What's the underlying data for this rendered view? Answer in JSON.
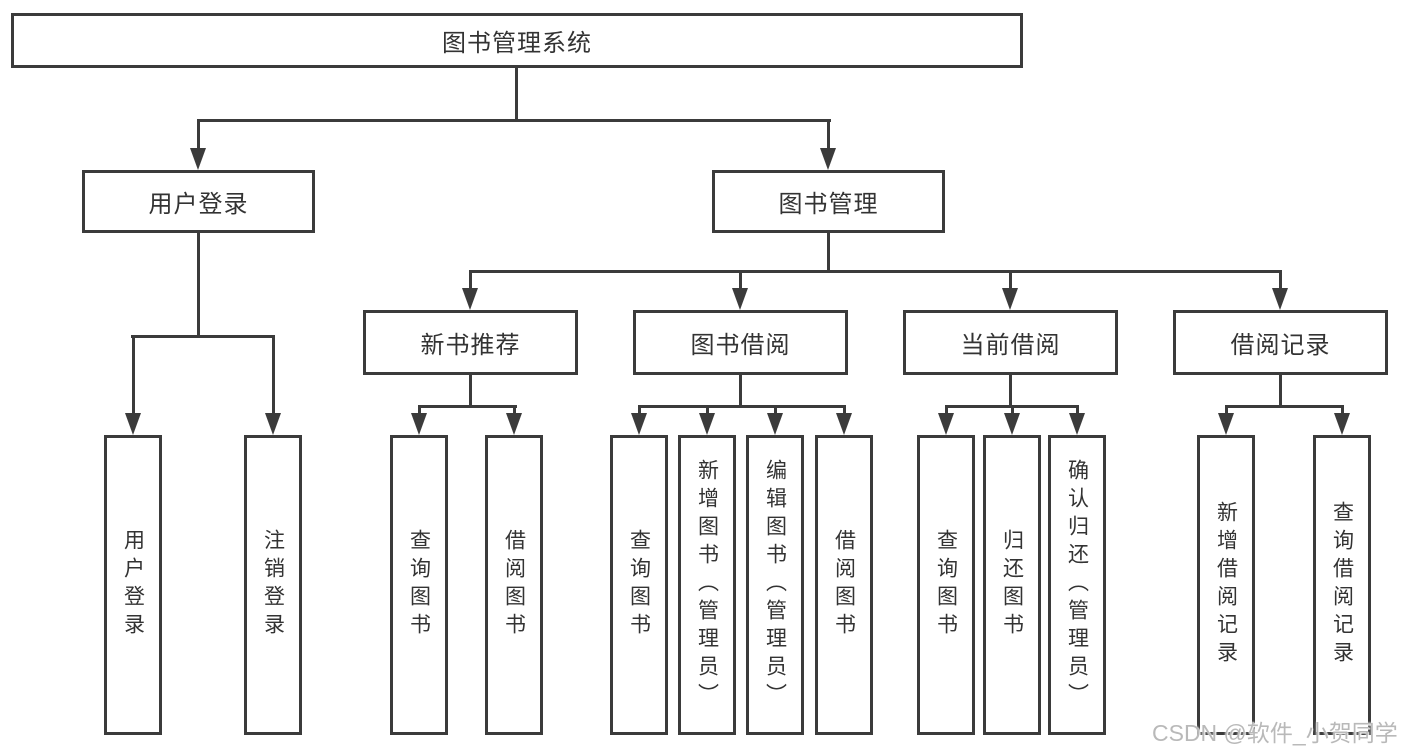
{
  "tree": {
    "root": {
      "label": "图书管理系统"
    },
    "children": [
      {
        "label": "用户登录",
        "children": [
          {
            "label": "用户登录"
          },
          {
            "label": "注销登录"
          }
        ]
      },
      {
        "label": "图书管理",
        "children": [
          {
            "label": "新书推荐",
            "children": [
              {
                "label": "查询图书"
              },
              {
                "label": "借阅图书"
              }
            ]
          },
          {
            "label": "图书借阅",
            "children": [
              {
                "label": "查询图书"
              },
              {
                "label": "新增图书（管理员）"
              },
              {
                "label": "编辑图书（管理员）"
              },
              {
                "label": "借阅图书"
              }
            ]
          },
          {
            "label": "当前借阅",
            "children": [
              {
                "label": "查询图书"
              },
              {
                "label": "归还图书"
              },
              {
                "label": "确认归还（管理员）"
              }
            ]
          },
          {
            "label": "借阅记录",
            "children": [
              {
                "label": "新增借阅记录"
              },
              {
                "label": "查询借阅记录"
              }
            ]
          }
        ]
      }
    ]
  },
  "watermark": {
    "text": "CSDN @软件_小贺同学"
  },
  "colors": {
    "line": "#3b3b3b",
    "text": "#333333",
    "background": "#ffffff",
    "watermark": "#b9b9b9"
  }
}
